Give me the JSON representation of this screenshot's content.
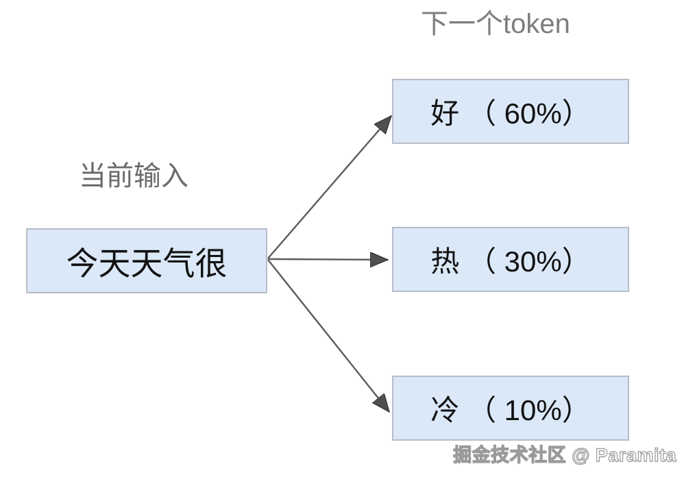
{
  "header": {
    "title": "下一个token"
  },
  "input": {
    "label": "当前输入",
    "box_text": "今天天气很"
  },
  "outputs": [
    {
      "token": "好",
      "probability_pct": 60,
      "label": "好 （ 60%）"
    },
    {
      "token": "热",
      "probability_pct": 30,
      "label": "热 （ 30%）"
    },
    {
      "token": "冷",
      "probability_pct": 10,
      "label": "冷 （ 10%）"
    }
  ],
  "watermark": "掘金技术社区 @ Paramita",
  "colors": {
    "box_fill": "#dbe8f8",
    "box_border": "#b7bdc7",
    "arrow": "#5a5a5a",
    "title_text": "#7d7d7d",
    "box_text": "#121212"
  }
}
